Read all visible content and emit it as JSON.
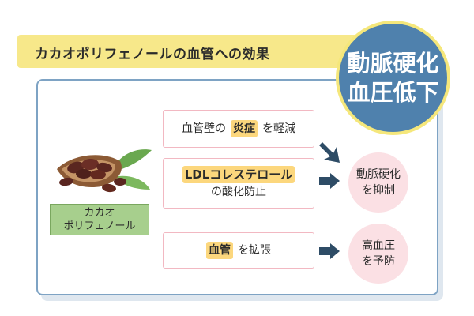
{
  "title": "カカオポリフェノールの血管への効果",
  "badge": {
    "line1": "動脈硬化",
    "line2": "血圧低下"
  },
  "source_label": {
    "line1": "カカオ",
    "line2": "ポリフェノール"
  },
  "effects": [
    {
      "highlight": "炎症",
      "prefix": "血管壁の",
      "suffix": "を軽減"
    },
    {
      "highlight": "LDLコレステロール",
      "line2": "の酸化防止"
    },
    {
      "highlight": "血管",
      "suffix": "を拡張"
    }
  ],
  "results": [
    {
      "line1": "動脈硬化",
      "line2": "を抑制"
    },
    {
      "line1": "高血圧",
      "line2": "を予防"
    }
  ],
  "colors": {
    "banner": "#f7e88a",
    "badge": "#4f81ad",
    "badge_border": "#f5e77b",
    "highlight": "#fcd77d",
    "result_fill": "#fbe0e4",
    "arrow": "#2e4c66",
    "source_fill": "#a7cf8d"
  }
}
